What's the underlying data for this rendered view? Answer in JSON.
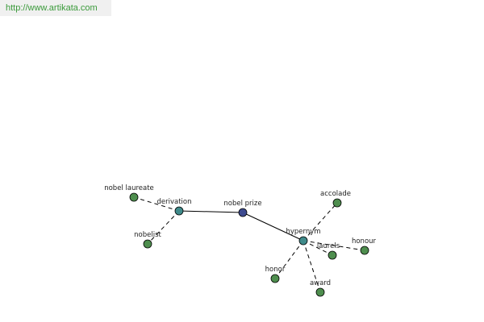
{
  "banner": {
    "url_text": "http://www.artikata.com"
  },
  "colors": {
    "center": "#3d4a8f",
    "relation": "#3f8a8a",
    "leaf": "#4e8e4e"
  },
  "graph": {
    "nodes": [
      {
        "id": "nobel-prize",
        "label": "nobel prize",
        "kind": "center"
      },
      {
        "id": "derivation",
        "label": "derivation",
        "kind": "relation"
      },
      {
        "id": "hypernym",
        "label": "hypernym",
        "kind": "relation"
      },
      {
        "id": "nobel-laureate",
        "label": "nobel laureate",
        "kind": "leaf"
      },
      {
        "id": "nobelist",
        "label": "nobelist",
        "kind": "leaf"
      },
      {
        "id": "accolade",
        "label": "accolade",
        "kind": "leaf"
      },
      {
        "id": "laurels",
        "label": "laurels",
        "kind": "leaf"
      },
      {
        "id": "honour",
        "label": "honour",
        "kind": "leaf"
      },
      {
        "id": "honor",
        "label": "honor",
        "kind": "leaf"
      },
      {
        "id": "award",
        "label": "award",
        "kind": "leaf"
      }
    ],
    "edges": [
      {
        "from": "nobel-prize",
        "to": "derivation",
        "style": "solid"
      },
      {
        "from": "nobel-prize",
        "to": "hypernym",
        "style": "solid"
      },
      {
        "from": "derivation",
        "to": "nobel-laureate",
        "style": "dashed"
      },
      {
        "from": "derivation",
        "to": "nobelist",
        "style": "dashed"
      },
      {
        "from": "hypernym",
        "to": "accolade",
        "style": "dashed"
      },
      {
        "from": "hypernym",
        "to": "laurels",
        "style": "dashed"
      },
      {
        "from": "hypernym",
        "to": "honour",
        "style": "dashed"
      },
      {
        "from": "hypernym",
        "to": "honor",
        "style": "dashed"
      },
      {
        "from": "hypernym",
        "to": "award",
        "style": "dashed"
      }
    ]
  }
}
